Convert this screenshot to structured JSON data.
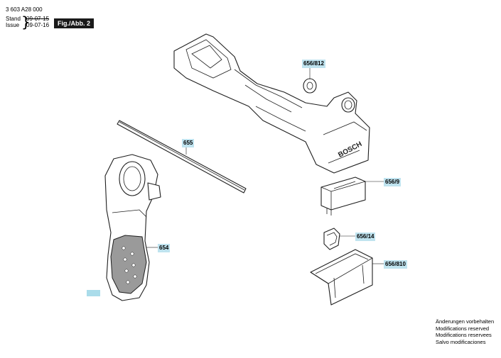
{
  "header": {
    "doc_number": "3 603 A28 000",
    "stand_label": "Stand",
    "issue_label": "Issue",
    "stand_date_struck": "09-07-15",
    "issue_date": "09-07-16",
    "figure_tag": "Fig./Abb. 2"
  },
  "callouts": {
    "p656_812": "656/812",
    "p655": "655",
    "p656_9": "656/9",
    "p656_14": "656/14",
    "p656_810": "656/810",
    "p654": "654"
  },
  "brand_mark": "BOSCH",
  "notes": [
    "Änderungen vorbehalten",
    "Modifications reserved",
    "Modifications reservees",
    "Salvo modificaciones"
  ]
}
